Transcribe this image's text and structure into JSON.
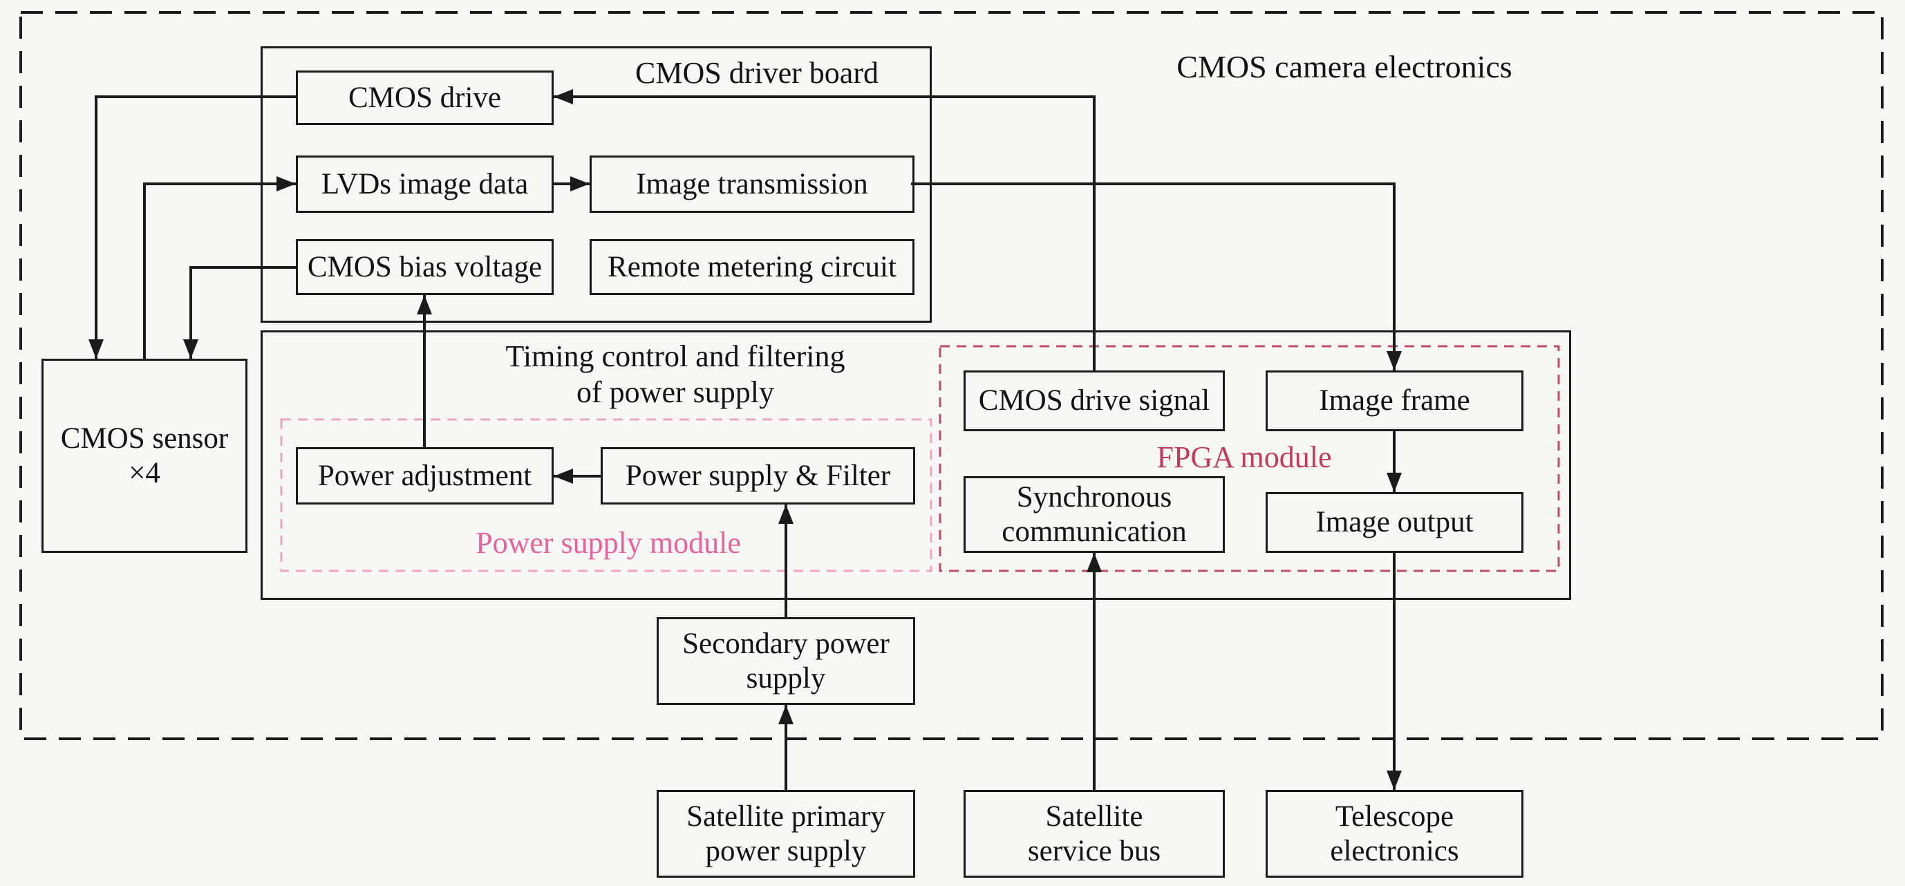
{
  "diagram": {
    "title": "CMOS camera electronics",
    "driver_board": {
      "label": "CMOS driver board",
      "cmos_drive": "CMOS drive",
      "lvds_image_data": "LVDs image data",
      "image_transmission": "Image transmission",
      "cmos_bias_voltage": "CMOS bias voltage",
      "remote_metering_circuit": "Remote metering circuit"
    },
    "timing_box": {
      "label": "Timing control and filtering\nof power supply"
    },
    "power_supply_module": {
      "label": "Power supply module",
      "power_adjustment": "Power adjustment",
      "power_supply_filter": "Power supply & Filter"
    },
    "fpga_module": {
      "label": "FPGA module",
      "cmos_drive_signal": "CMOS drive signal",
      "synchronous_communication": "Synchronous\ncommunication",
      "image_frame": "Image frame",
      "image_output": "Image output"
    },
    "cmos_sensor": "CMOS sensor\n×4",
    "secondary_power_supply": "Secondary power\nsupply",
    "external": {
      "satellite_primary_power_supply": "Satellite primary\npower supply",
      "satellite_service_bus": "Satellite\nservice bus",
      "telescope_electronics": "Telescope\nelectronics"
    },
    "colors": {
      "line": "#1b1b1b",
      "background": "#f7f7f5",
      "power_module_accent": "#e8639c",
      "power_module_border": "#eda4c2",
      "fpga_accent": "#c23a60",
      "fpga_border": "#bb4c68"
    }
  }
}
